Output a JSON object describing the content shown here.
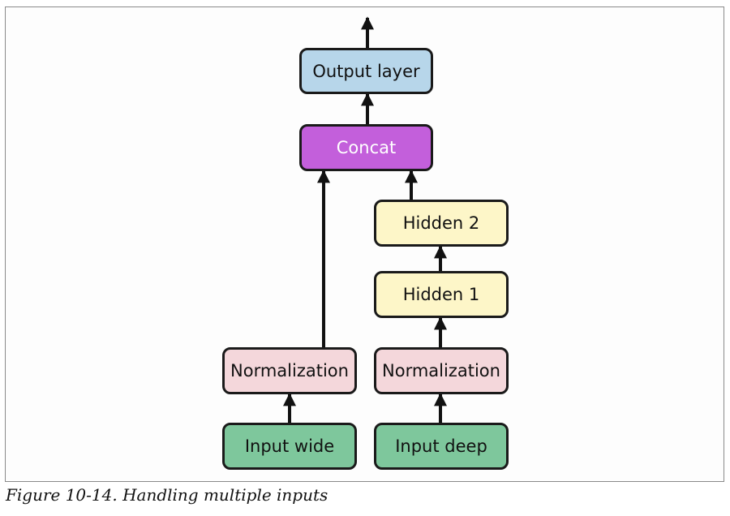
{
  "diagram": {
    "nodes": {
      "output_layer": {
        "label": "Output layer",
        "color": "#b7d6ea"
      },
      "concat": {
        "label": "Concat",
        "color": "#c35fdb"
      },
      "hidden_2": {
        "label": "Hidden 2",
        "color": "#fdf6c8"
      },
      "hidden_1": {
        "label": "Hidden 1",
        "color": "#fdf6c8"
      },
      "normalization_wide": {
        "label": "Normalization",
        "color": "#f4d7db"
      },
      "normalization_deep": {
        "label": "Normalization",
        "color": "#f4d7db"
      },
      "input_wide": {
        "label": "Input wide",
        "color": "#7ec79c"
      },
      "input_deep": {
        "label": "Input deep",
        "color": "#7ec79c"
      }
    },
    "edges": [
      {
        "from": "input_wide",
        "to": "normalization_wide"
      },
      {
        "from": "normalization_wide",
        "to": "concat"
      },
      {
        "from": "input_deep",
        "to": "normalization_deep"
      },
      {
        "from": "normalization_deep",
        "to": "hidden_1"
      },
      {
        "from": "hidden_1",
        "to": "hidden_2"
      },
      {
        "from": "hidden_2",
        "to": "concat"
      },
      {
        "from": "concat",
        "to": "output_layer"
      },
      {
        "from": "output_layer",
        "to": "output"
      }
    ]
  },
  "caption": "Figure 10-14. Handling multiple inputs"
}
